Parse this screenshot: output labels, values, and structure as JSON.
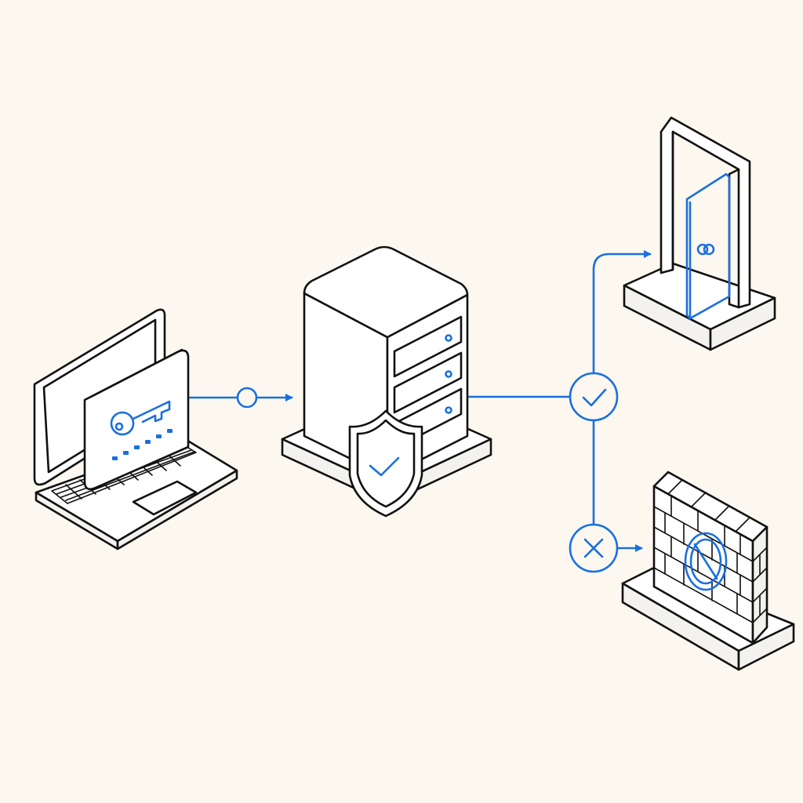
{
  "colors": {
    "background": "#fcf8f0",
    "accent": "#1a6fe0",
    "outline": "#111111",
    "surface": "#ffffff"
  },
  "nodes": [
    {
      "id": "client",
      "icon": "laptop-with-key-icon"
    },
    {
      "id": "server",
      "icon": "server-with-shield-icon"
    },
    {
      "id": "check",
      "icon": "check-circle-icon"
    },
    {
      "id": "deny",
      "icon": "x-circle-icon"
    },
    {
      "id": "access",
      "icon": "open-door-icon"
    },
    {
      "id": "blocked",
      "icon": "brick-wall-blocked-icon"
    }
  ],
  "edges": [
    {
      "from": "client",
      "to": "server"
    },
    {
      "from": "server",
      "to": "check"
    },
    {
      "from": "check",
      "to": "access"
    },
    {
      "from": "check",
      "to": "deny"
    },
    {
      "from": "deny",
      "to": "blocked"
    }
  ]
}
